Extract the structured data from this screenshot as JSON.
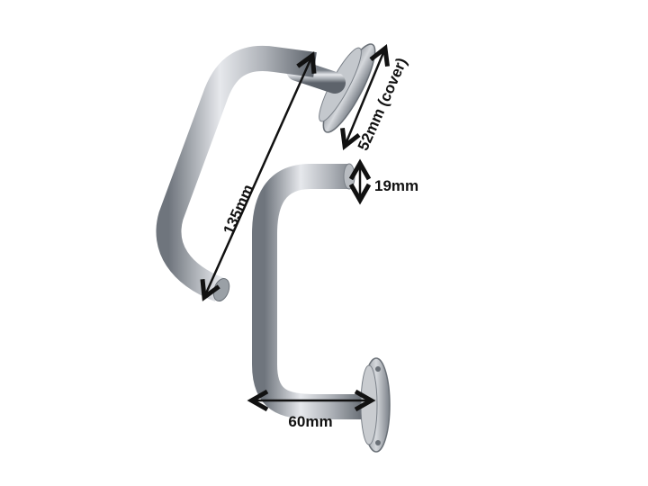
{
  "image": {
    "subject": "Two stainless steel lever door handles with round rose covers, annotated with dimensions",
    "background_color": "#ffffff",
    "steel_colors": {
      "highlight": "#e6e8ec",
      "mid": "#aeb2b8",
      "shadow": "#6f757d",
      "dark": "#4c5158"
    },
    "arrow_color": "#111111"
  },
  "annotations": {
    "length": "135mm",
    "cover": "52mm (cover)",
    "diameter": "19mm",
    "projection": "60mm"
  }
}
